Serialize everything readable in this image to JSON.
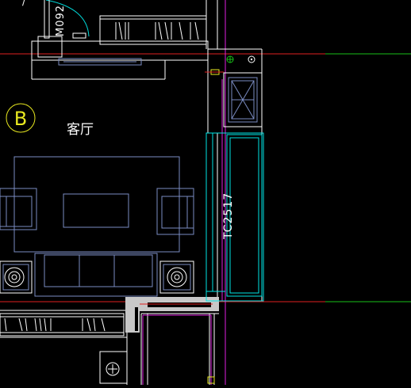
{
  "drawing": {
    "room_label": "客厅",
    "axis_marker": "B",
    "door_tag": "M092",
    "window_tag": "TC2517",
    "door_tag_partial": "/",
    "colors": {
      "background": "#000000",
      "wall_outline": "#ffffff",
      "furniture": "#7a8cc2",
      "window": "#00e5e5",
      "axis_line": "#e02020",
      "grid_line_green": "#18c018",
      "magenta": "#e020e0",
      "yellow": "#e8e820",
      "gray_fill": "#c8c8c8",
      "door_arc": "#00d8d8"
    }
  }
}
